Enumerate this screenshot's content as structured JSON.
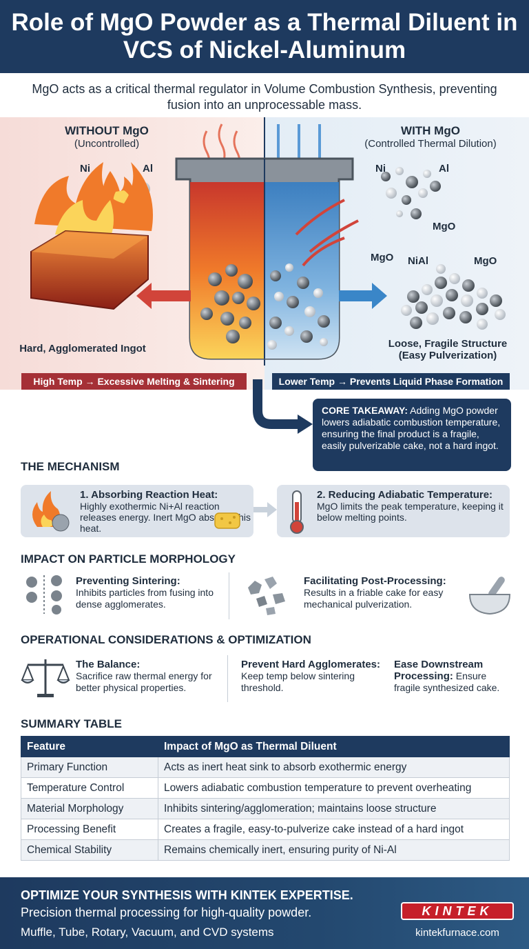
{
  "header": {
    "title": "Role of MgO Powder as a Thermal Diluent in VCS of Nickel-Aluminum"
  },
  "intro": "MgO acts as a critical thermal regulator in Volume Combustion Synthesis, preventing fusion into an unprocessable mass.",
  "hero": {
    "left": {
      "title": "WITHOUT MgO",
      "subtitle": "(Uncontrolled)",
      "ni_label": "Ni",
      "al_label": "Al",
      "result": "Hard, Agglomerated Ingot",
      "banner": "High Temp → Excessive Melting & Sintering"
    },
    "right": {
      "title": "WITH MgO",
      "subtitle": "(Controlled Thermal Dilution)",
      "ni_label": "Ni",
      "al_label": "Al",
      "mgo_label": "MgO",
      "vessel_mgo_label": "MgO",
      "pile_nial_label": "NiAl",
      "pile_mgo_label": "MgO",
      "result_line1": "Loose, Fragile Structure",
      "result_line2": "(Easy Pulverization)",
      "banner": "Lower Temp → Prevents Liquid Phase Formation"
    },
    "colors": {
      "hot": "#e8562a",
      "cool": "#3a86c8",
      "brand_navy": "#1e3a5f",
      "red_banner": "#a53036"
    }
  },
  "takeaway": {
    "label": "CORE TAKEAWAY:",
    "text": " Adding MgO powder lowers adiabatic combustion temperature, ensuring the final product is a fragile, easily pulverizable cake, not a hard ingot."
  },
  "mechanism": {
    "title": "THE MECHANISM",
    "cards": [
      {
        "title": "1. Absorbing Reaction Heat:",
        "text": "Highly exothermic Ni+Al reaction releases energy. Inert MgO absorbs this heat.",
        "icon": "flame-sponge-icon"
      },
      {
        "title": "2. Reducing Adiabatic Temperature:",
        "text": "MgO limits the peak temperature, keeping it below melting points.",
        "icon": "thermometer-icon"
      }
    ]
  },
  "morphology": {
    "title": "IMPACT ON PARTICLE MORPHOLOGY",
    "items": [
      {
        "title": "Preventing Sintering:",
        "text": "Inhibits particles from fusing into dense agglomerates.",
        "icon": "separated-particles-icon"
      },
      {
        "title": "Facilitating Post-Processing:",
        "text": "Results in a friable cake for easy mechanical pulverization.",
        "icon": "mortar-pestle-icon"
      }
    ]
  },
  "operational": {
    "title": "OPERATIONAL CONSIDERATIONS & OPTIMIZATION",
    "items": [
      {
        "title": "The Balance:",
        "text": "Sacrifice raw thermal energy for better physical properties.",
        "icon": "balance-scale-icon"
      },
      {
        "title": "Prevent Hard Agglomerates:",
        "text": " Keep temp below sintering threshold."
      },
      {
        "title": "Ease Downstream Processing:",
        "text": " Ensure fragile synthesized cake."
      }
    ]
  },
  "summary": {
    "title": "SUMMARY TABLE",
    "headers": [
      "Feature",
      "Impact of MgO as Thermal Diluent"
    ],
    "rows": [
      [
        "Primary Function",
        "Acts as inert heat sink to absorb exothermic energy"
      ],
      [
        "Temperature Control",
        "Lowers adiabatic combustion temperature to prevent overheating"
      ],
      [
        "Material Morphology",
        "Inhibits sintering/agglomeration; maintains loose structure"
      ],
      [
        "Processing Benefit",
        "Creates a fragile, easy-to-pulverize cake instead of a hard ingot"
      ],
      [
        "Chemical Stability",
        "Remains chemically inert, ensuring purity of Ni-Al"
      ]
    ]
  },
  "footer": {
    "headline": "OPTIMIZE YOUR SYNTHESIS WITH KINTEK EXPERTISE.",
    "subline": "Precision thermal processing for high-quality powder.",
    "systems": "Muffle, Tube, Rotary, Vacuum, and CVD systems",
    "logo_text": "KINTEK",
    "url": "kintekfurnace.com"
  }
}
